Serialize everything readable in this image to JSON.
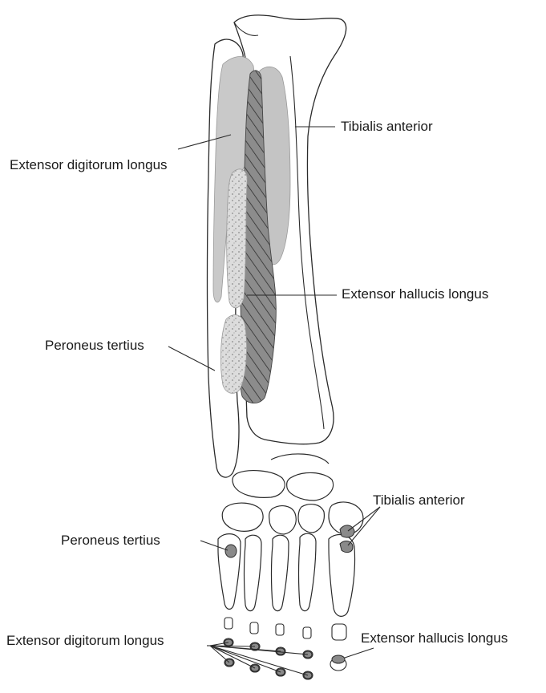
{
  "labels": {
    "tibialis_anterior_upper": "Tibialis anterior",
    "extensor_digitorum_longus_upper": "Extensor digitorum longus",
    "extensor_hallucis_longus_upper": "Extensor hallucis longus",
    "peroneus_tertius_upper": "Peroneus tertius",
    "tibialis_anterior_lower": "Tibialis anterior",
    "peroneus_tertius_lower": "Peroneus tertius",
    "extensor_digitorum_longus_lower": "Extensor digitorum longus",
    "extensor_hallucis_longus_lower": "Extensor hallucis longus"
  },
  "colors": {
    "outline": "#2a2a2a",
    "edl_origin": "#c9c9c9",
    "ta_origin": "#c4c4c4",
    "pt_origin": "#d8d8d8",
    "ehl_origin": "#7a7a7a",
    "insertion_dark": "#8a8a8a"
  }
}
